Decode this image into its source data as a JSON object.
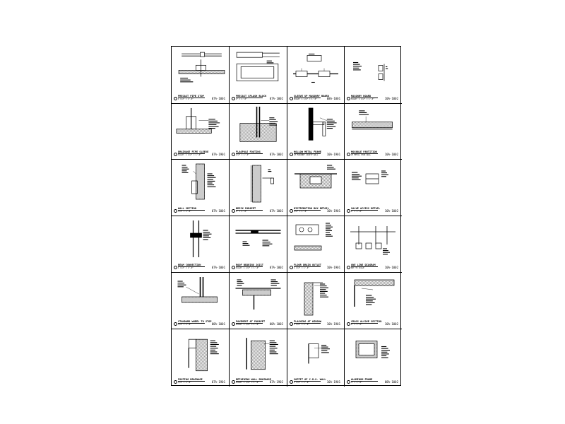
{
  "sheet": {
    "details": [
      {
        "title": "PRECAST PIPE STOP",
        "scale": "1 1/2\" = 1'-0\"",
        "code": "07A-1001"
      },
      {
        "title": "PRECAST SPLASH BLOCK",
        "scale": "1\" = 1'-0\"",
        "code": "07A-1002"
      },
      {
        "title": "SLEEVE UP MASONRY BOARD",
        "scale": "SCALE: 1 1/2\" = 1'-0\"",
        "code": "08A-1001"
      },
      {
        "title": "MASONRY BOARD",
        "scale": "SCALE: 1 1/2\" = 1'-0\"",
        "code": "10A-1002"
      },
      {
        "title": "DRAINAGE PIPE SLEEVE",
        "scale": "SCALE: 1 1/2\" = 1'-0\"",
        "code": "07A-1901"
      },
      {
        "title": "FLAGPOLE FOOTING",
        "scale": "1/2\" = 1'-0\"",
        "code": "07A-1002"
      },
      {
        "title": "HOLLOW METAL FRAME",
        "scale": "AT MASONRY CAVITY WALL",
        "code": "10A-1901"
      },
      {
        "title": "MOVABLE PARTITION",
        "scale": "AT METAL STUD WALL",
        "code": "10A-1002"
      },
      {
        "title": "WALL SECTION",
        "scale": "3/4\" = 1'-0\"",
        "code": "07A-1001"
      },
      {
        "title": "BRICK PARAPET",
        "scale": "1\" = 1'-0\"",
        "code": "07A-1002"
      },
      {
        "title": "DISTRIBUTION BOX DETAIL",
        "scale": "1/2\" = 1'-0\"",
        "code": "10A-1901"
      },
      {
        "title": "VALVE ACCESS DETAIL",
        "scale": "1\" = 1'-0\"",
        "code": "10A-1002"
      },
      {
        "title": "BEAM CONNECTION",
        "scale": "1 1/2\" = 1'-0\"",
        "code": "07A-1001"
      },
      {
        "title": "ROOF BEARING JOIST",
        "scale": "SCALE: 1 1/2\" = 1'-0\"",
        "code": "07A-1002"
      },
      {
        "title": "FLOOR DRAIN OUTLET",
        "scale": "1 1/2\" = 1'-0\"",
        "code": "10A-1901"
      },
      {
        "title": "ONE LINE DIAGRAM",
        "scale": "NOT TO SCALE",
        "code": "10A-1002"
      },
      {
        "title": "STANDARD WHEEL TO STOP",
        "scale": "3/4\" = 1'-0\"",
        "code": "08A-1001"
      },
      {
        "title": "PAVEMENT AT PARAPET",
        "scale": "SCALE: 1 1/2\" = 1'-0\"",
        "code": "08A-1002"
      },
      {
        "title": "FLASHING AT WINDOW",
        "scale": "1 1/2\" = 1'-0\"",
        "code": "10A-1901"
      },
      {
        "title": "CROSS ALCOVE SECTION",
        "scale": "1\" = 1'-0\"",
        "code": "10A-1002"
      },
      {
        "title": "FOOTING DRAINAGE",
        "scale": "3/4\" = 1'-0\"",
        "code": "07A-1901"
      },
      {
        "title": "RETAINING WALL DRAINAGE",
        "scale": "SCALE: 1 1/2\" = 1'-0\"",
        "code": "07A-1902"
      },
      {
        "title": "SOFFIT OF C.M.U. WALL",
        "scale": "1 1/2\" = 1'-0\"",
        "code": "10A-1901"
      },
      {
        "title": "ALUMINUM FRAME",
        "scale": "3\" = 1'-0\"",
        "code": "08A-1002"
      }
    ]
  }
}
